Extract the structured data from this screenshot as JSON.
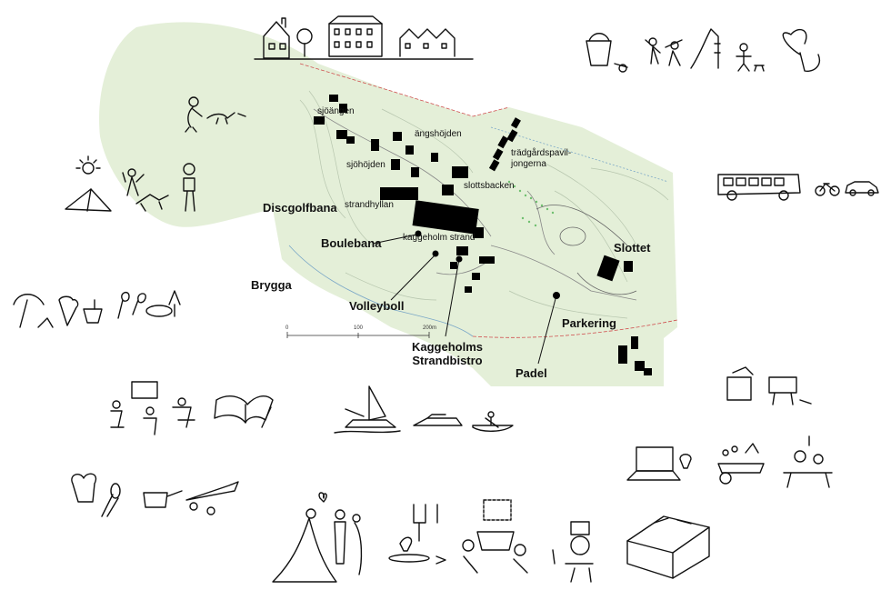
{
  "map": {
    "places": {
      "sjoangen": "sjöängen",
      "angshojden": "ängshöjden",
      "sjohojden": "sjöhöjden",
      "tradgard_line1": "trädgårdspavil-",
      "tradgard_line2": "jongerna",
      "slottsbacken": "slottsbacken",
      "strandhyllan": "strandhyllan",
      "kaggeholm_strand": "kaggeholm strand",
      "discgolfbana": "Discgolfbana",
      "boulebana": "Boulebana",
      "slottet": "Slottet",
      "brygga": "Brygga",
      "volleyboll": "Volleyboll",
      "strandbistro_line1": "Kaggeholms",
      "strandbistro_line2": "Strandbistro",
      "parkering": "Parkering",
      "padel": "Padel"
    },
    "scale": {
      "start": "0",
      "mid": "100",
      "end": "200m"
    },
    "colors": {
      "land": "#e4efd8",
      "ink": "#111111",
      "building": "#000000",
      "road_red": "#d05050",
      "water_line": "#7aa7c7"
    }
  },
  "icons": [
    "houses-icon",
    "playground-icon",
    "walker-dog-icon",
    "camping-icon",
    "beach-icon",
    "food-icon",
    "bus-icon",
    "bicycle-icon",
    "car-icon",
    "meeting-icon",
    "book-icon",
    "sailboat-icon",
    "motorboat-icon",
    "rowboat-icon",
    "cooking-icon",
    "wedding-icon",
    "dining-icon",
    "party-icon",
    "bed-icon",
    "laptop-icon",
    "workshop-icon",
    "office-icon"
  ]
}
